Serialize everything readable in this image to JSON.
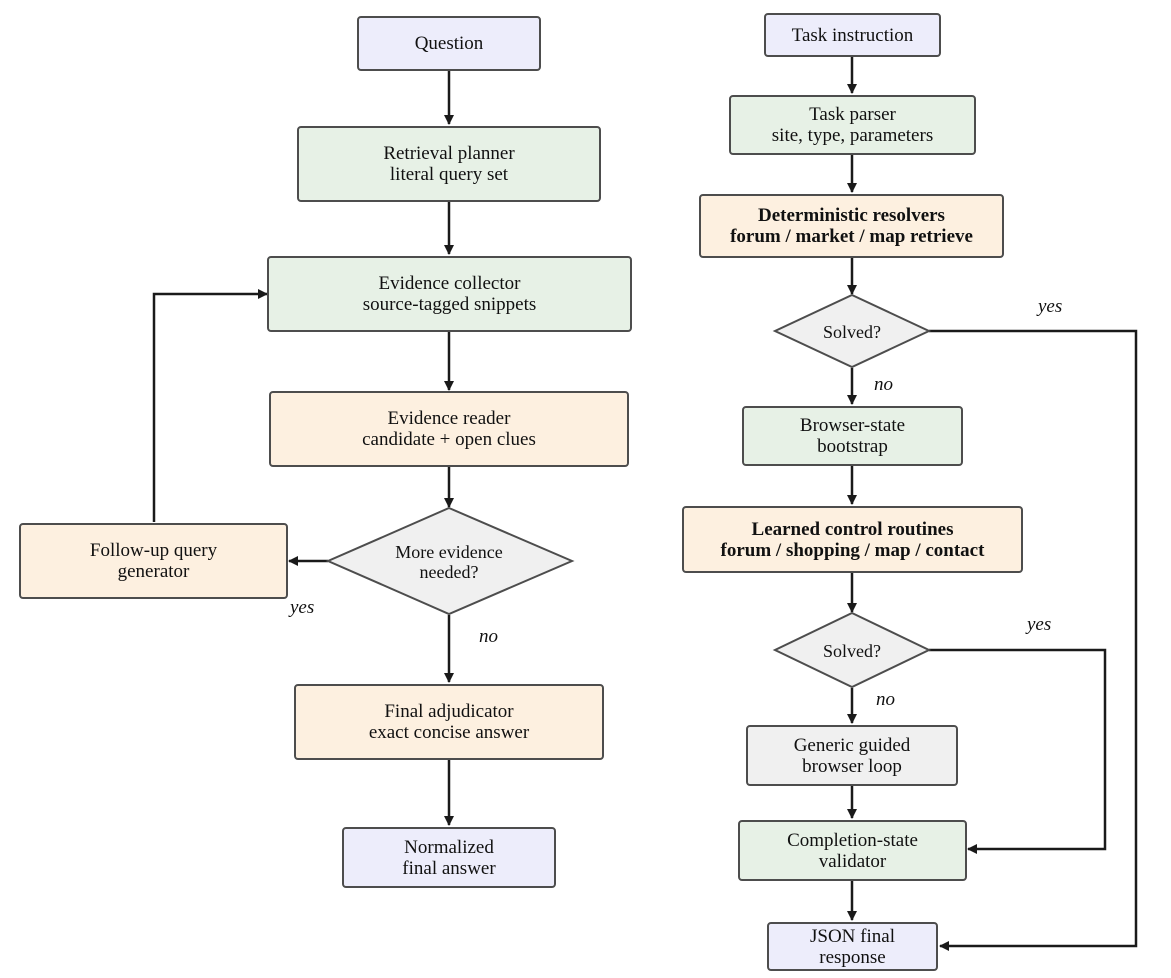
{
  "left_flow": {
    "question": "Question",
    "retrieval_planner": [
      "Retrieval planner",
      "literal query set"
    ],
    "evidence_collector": [
      "Evidence collector",
      "source-tagged snippets"
    ],
    "evidence_reader": [
      "Evidence reader",
      "candidate + open clues"
    ],
    "decision": [
      "More evidence",
      "needed?"
    ],
    "followup": [
      "Follow-up query",
      "generator"
    ],
    "final_adjudicator": [
      "Final adjudicator",
      "exact concise answer"
    ],
    "normalized": [
      "Normalized",
      "final answer"
    ],
    "yes_label": "yes",
    "no_label": "no"
  },
  "right_flow": {
    "task_instruction": "Task instruction",
    "task_parser": [
      "Task parser",
      "site, type, parameters"
    ],
    "deterministic_resolvers": [
      "Deterministic resolvers",
      "forum / market / map retrieve"
    ],
    "solved_1": "Solved?",
    "solved_1_yes": "yes",
    "solved_1_no": "no",
    "browser_bootstrap": [
      "Browser-state",
      "bootstrap"
    ],
    "learned_routines": [
      "Learned control routines",
      "forum / shopping / map / contact"
    ],
    "solved_2": "Solved?",
    "solved_2_yes": "yes",
    "solved_2_no": "no",
    "generic_loop": [
      "Generic guided",
      "browser loop"
    ],
    "validator": [
      "Completion-state",
      "validator"
    ],
    "json_response": [
      "JSON final",
      "response"
    ]
  },
  "colors": {
    "purple_fill": "#ededfb",
    "green_fill": "#e7f1e6",
    "orange_fill": "#fdf0e0",
    "gray_fill": "#f0f0f0",
    "stroke": "#4d4d4d",
    "arrow": "#1a1a1a"
  }
}
